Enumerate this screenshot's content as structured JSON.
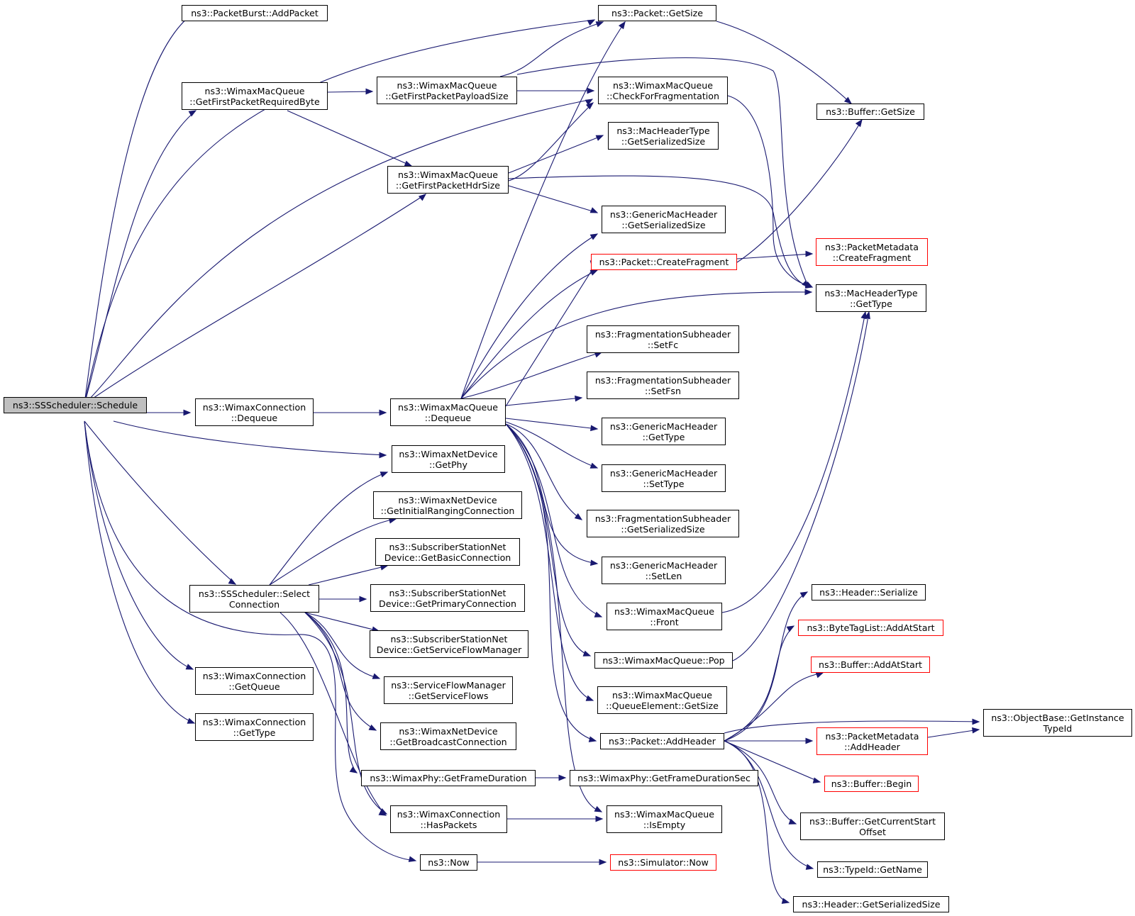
{
  "colors": {
    "edge": "#191970",
    "node_border": "#000000",
    "node_border_truncated": "#ff0000",
    "root_fill": "#bfbfbf"
  },
  "nodes": [
    {
      "id": "schedule",
      "lines": [
        "ns3::SSScheduler::Schedule"
      ],
      "root": true
    },
    {
      "id": "burst_add",
      "lines": [
        "ns3::PacketBurst::AddPacket"
      ]
    },
    {
      "id": "pkt_size",
      "lines": [
        "ns3::Packet::GetSize"
      ]
    },
    {
      "id": "q_req_byte",
      "lines": [
        "ns3::WimaxMacQueue",
        "::GetFirstPacketRequiredByte"
      ]
    },
    {
      "id": "q_payload",
      "lines": [
        "ns3::WimaxMacQueue",
        "::GetFirstPacketPayloadSize"
      ]
    },
    {
      "id": "q_check_frag",
      "lines": [
        "ns3::WimaxMacQueue",
        "::CheckForFragmentation"
      ]
    },
    {
      "id": "buf_size",
      "lines": [
        "ns3::Buffer::GetSize"
      ]
    },
    {
      "id": "mht_ser",
      "lines": [
        "ns3::MacHeaderType",
        "::GetSerializedSize"
      ]
    },
    {
      "id": "q_hdr",
      "lines": [
        "ns3::WimaxMacQueue",
        "::GetFirstPacketHdrSize"
      ]
    },
    {
      "id": "gmh_ser",
      "lines": [
        "ns3::GenericMacHeader",
        "::GetSerializedSize"
      ]
    },
    {
      "id": "pkt_frag",
      "lines": [
        "ns3::Packet::CreateFragment"
      ],
      "red": true
    },
    {
      "id": "pm_frag",
      "lines": [
        "ns3::PacketMetadata",
        "::CreateFragment"
      ],
      "red": true
    },
    {
      "id": "mht_type",
      "lines": [
        "ns3::MacHeaderType",
        "::GetType"
      ]
    },
    {
      "id": "fs_fc",
      "lines": [
        "ns3::FragmentationSubheader",
        "::SetFc"
      ]
    },
    {
      "id": "fs_fsn",
      "lines": [
        "ns3::FragmentationSubheader",
        "::SetFsn"
      ]
    },
    {
      "id": "conn_deq",
      "lines": [
        "ns3::WimaxConnection",
        "::Dequeue"
      ]
    },
    {
      "id": "q_deq",
      "lines": [
        "ns3::WimaxMacQueue",
        "::Dequeue"
      ]
    },
    {
      "id": "gmh_gettype",
      "lines": [
        "ns3::GenericMacHeader",
        "::GetType"
      ]
    },
    {
      "id": "nd_phy",
      "lines": [
        "ns3::WimaxNetDevice",
        "::GetPhy"
      ]
    },
    {
      "id": "gmh_settype",
      "lines": [
        "ns3::GenericMacHeader",
        "::SetType"
      ]
    },
    {
      "id": "nd_initrange",
      "lines": [
        "ns3::WimaxNetDevice",
        "::GetInitialRangingConnection"
      ]
    },
    {
      "id": "fs_ser",
      "lines": [
        "ns3::FragmentationSubheader",
        "::GetSerializedSize"
      ]
    },
    {
      "id": "ss_basic",
      "lines": [
        "ns3::SubscriberStationNet",
        "Device::GetBasicConnection"
      ]
    },
    {
      "id": "gmh_setlen",
      "lines": [
        "ns3::GenericMacHeader",
        "::SetLen"
      ]
    },
    {
      "id": "sel_conn",
      "lines": [
        "ns3::SSScheduler::Select",
        "Connection"
      ]
    },
    {
      "id": "ss_primary",
      "lines": [
        "ns3::SubscriberStationNet",
        "Device::GetPrimaryConnection"
      ]
    },
    {
      "id": "hdr_ser",
      "lines": [
        "ns3::Header::Serialize"
      ]
    },
    {
      "id": "q_front",
      "lines": [
        "ns3::WimaxMacQueue",
        "::Front"
      ]
    },
    {
      "id": "btl_add",
      "lines": [
        "ns3::ByteTagList::AddAtStart"
      ],
      "red": true
    },
    {
      "id": "ss_sfm",
      "lines": [
        "ns3::SubscriberStationNet",
        "Device::GetServiceFlowManager"
      ]
    },
    {
      "id": "q_pop",
      "lines": [
        "ns3::WimaxMacQueue::Pop"
      ]
    },
    {
      "id": "buf_addstart",
      "lines": [
        "ns3::Buffer::AddAtStart"
      ],
      "red": true
    },
    {
      "id": "conn_queue",
      "lines": [
        "ns3::WimaxConnection",
        "::GetQueue"
      ]
    },
    {
      "id": "sfm_flows",
      "lines": [
        "ns3::ServiceFlowManager",
        "::GetServiceFlows"
      ]
    },
    {
      "id": "qe_size",
      "lines": [
        "ns3::WimaxMacQueue",
        "::QueueElement::GetSize"
      ]
    },
    {
      "id": "ob_tid",
      "lines": [
        "ns3::ObjectBase::GetInstance",
        "TypeId"
      ]
    },
    {
      "id": "conn_type",
      "lines": [
        "ns3::WimaxConnection",
        "::GetType"
      ]
    },
    {
      "id": "nd_bcast",
      "lines": [
        "ns3::WimaxNetDevice",
        "::GetBroadcastConnection"
      ]
    },
    {
      "id": "pkt_addhdr",
      "lines": [
        "ns3::Packet::AddHeader"
      ]
    },
    {
      "id": "pm_addhdr",
      "lines": [
        "ns3::PacketMetadata",
        "::AddHeader"
      ],
      "red": true
    },
    {
      "id": "phy_frame",
      "lines": [
        "ns3::WimaxPhy::GetFrameDuration"
      ]
    },
    {
      "id": "phy_framesec",
      "lines": [
        "ns3::WimaxPhy::GetFrameDurationSec"
      ]
    },
    {
      "id": "buf_begin",
      "lines": [
        "ns3::Buffer::Begin"
      ],
      "red": true
    },
    {
      "id": "conn_haspkts",
      "lines": [
        "ns3::WimaxConnection",
        "::HasPackets"
      ]
    },
    {
      "id": "q_empty",
      "lines": [
        "ns3::WimaxMacQueue",
        "::IsEmpty"
      ]
    },
    {
      "id": "buf_curstart",
      "lines": [
        "ns3::Buffer::GetCurrentStart",
        "Offset"
      ]
    },
    {
      "id": "now",
      "lines": [
        "ns3::Now"
      ]
    },
    {
      "id": "sim_now",
      "lines": [
        "ns3::Simulator::Now"
      ],
      "red": true
    },
    {
      "id": "tid_name",
      "lines": [
        "ns3::TypeId::GetName"
      ]
    },
    {
      "id": "hdr_sersize",
      "lines": [
        "ns3::Header::GetSerializedSize"
      ]
    }
  ]
}
